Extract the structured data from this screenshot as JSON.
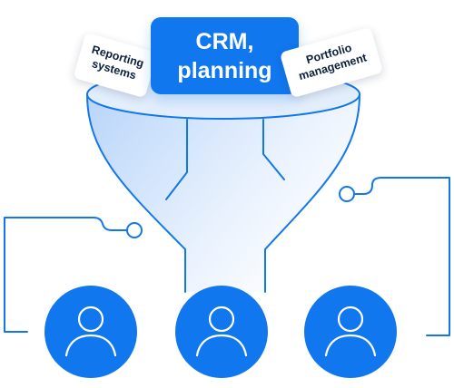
{
  "cards": {
    "main": {
      "line1": "CRM,",
      "line2": "planning"
    },
    "left": {
      "line1": "Reporting",
      "line2": "systems"
    },
    "right": {
      "line1": "Portfolio",
      "line2": "management"
    }
  },
  "colors": {
    "accent": "#1177ee",
    "funnel_fill": "#cfe2fb",
    "card_text": "#0b1f3a",
    "background": "#ffffff"
  },
  "icons": [
    "user-icon",
    "user-icon",
    "user-icon"
  ]
}
